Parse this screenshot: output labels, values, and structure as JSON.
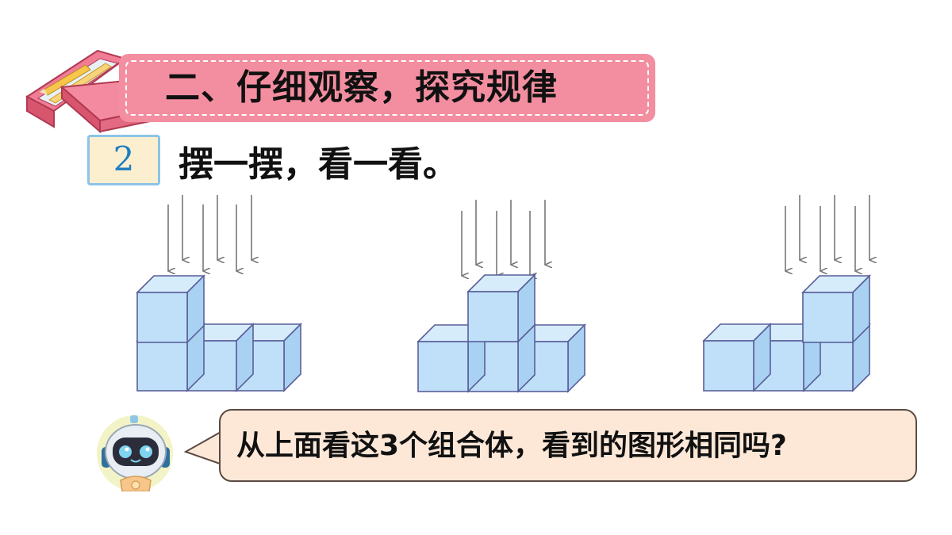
{
  "header": {
    "title": "二、仔细观察，探究规律"
  },
  "problem": {
    "number": "2",
    "instruction": "摆一摆，看一看。"
  },
  "question": {
    "text": "从上面看这3个组合体，看到的图形相同吗?"
  },
  "icons": {
    "header_decoration": "pencil-box-icon",
    "assistant": "robot-avatar-icon"
  },
  "colors": {
    "banner": "#f38ea0",
    "cube_face": "#bfe0f8",
    "cube_side": "#a9d2f2",
    "cube_edge": "#5a5f9a",
    "arrow": "#777777",
    "bubble": "#fde8d8",
    "badge_fill": "#fbefcf",
    "badge_text": "#1f7ec2"
  }
}
